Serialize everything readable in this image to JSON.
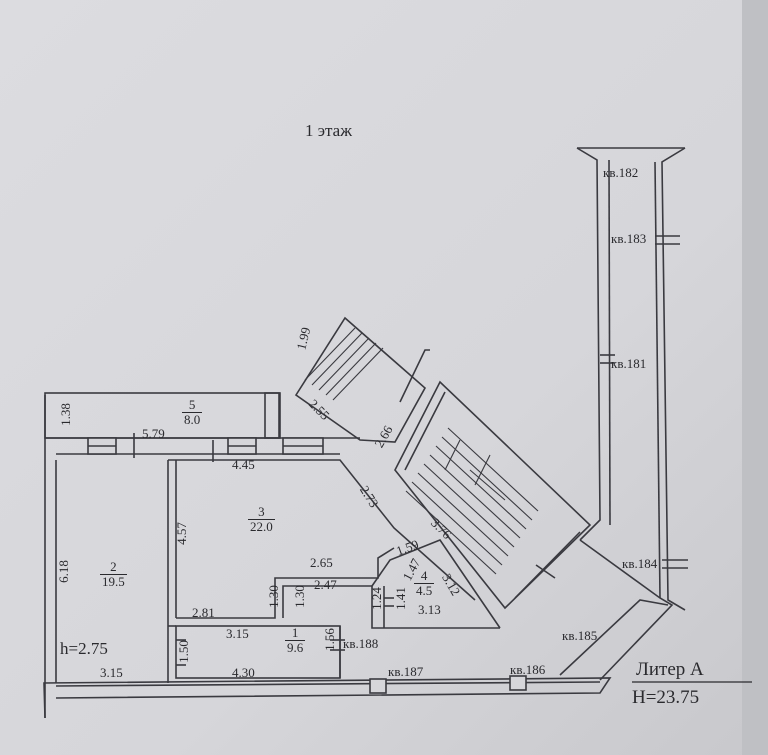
{
  "floor_title": "1 этаж",
  "liter": {
    "label": "Литер А",
    "height": "H=23.75"
  },
  "rooms": [
    {
      "num": "1",
      "area": "9.6"
    },
    {
      "num": "2",
      "area": "19.5"
    },
    {
      "num": "3",
      "area": "22.0"
    },
    {
      "num": "4",
      "area": "4.5"
    },
    {
      "num": "5",
      "area": "8.0"
    }
  ],
  "ceiling_height": "h=2.75",
  "dimensions": {
    "d_1_38": "1.38",
    "d_5_79": "5.79",
    "d_4_45": "4.45",
    "d_2_73": "2.73",
    "d_4_57": "4.57",
    "d_6_18": "6.18",
    "d_2_65": "2.65",
    "d_2_47": "2.47",
    "d_1_59": "1.59",
    "d_1_47": "1.47",
    "d_3_12": "3.12",
    "d_1_30a": "1.30",
    "d_1_30b": "1.30",
    "d_1_24": "1.24",
    "d_1_41": "1.41",
    "d_3_13": "3.13",
    "d_2_81": "2.81",
    "d_3_15a": "3.15",
    "d_1_56": "1.56",
    "d_1_50": "1.50",
    "d_3_15b": "3.15",
    "d_4_30": "4.30",
    "d_1_99": "1.99",
    "d_2_55": "2.55",
    "d_2_66": "2.66",
    "d_3_76": "3.76"
  },
  "apartments": {
    "kv182": "кв.182",
    "kv183": "кв.183",
    "kv181": "кв.181",
    "kv184": "кв.184",
    "kv185": "кв.185",
    "kv186": "кв.186",
    "kv187": "кв.187",
    "kv188": "кв.188"
  }
}
